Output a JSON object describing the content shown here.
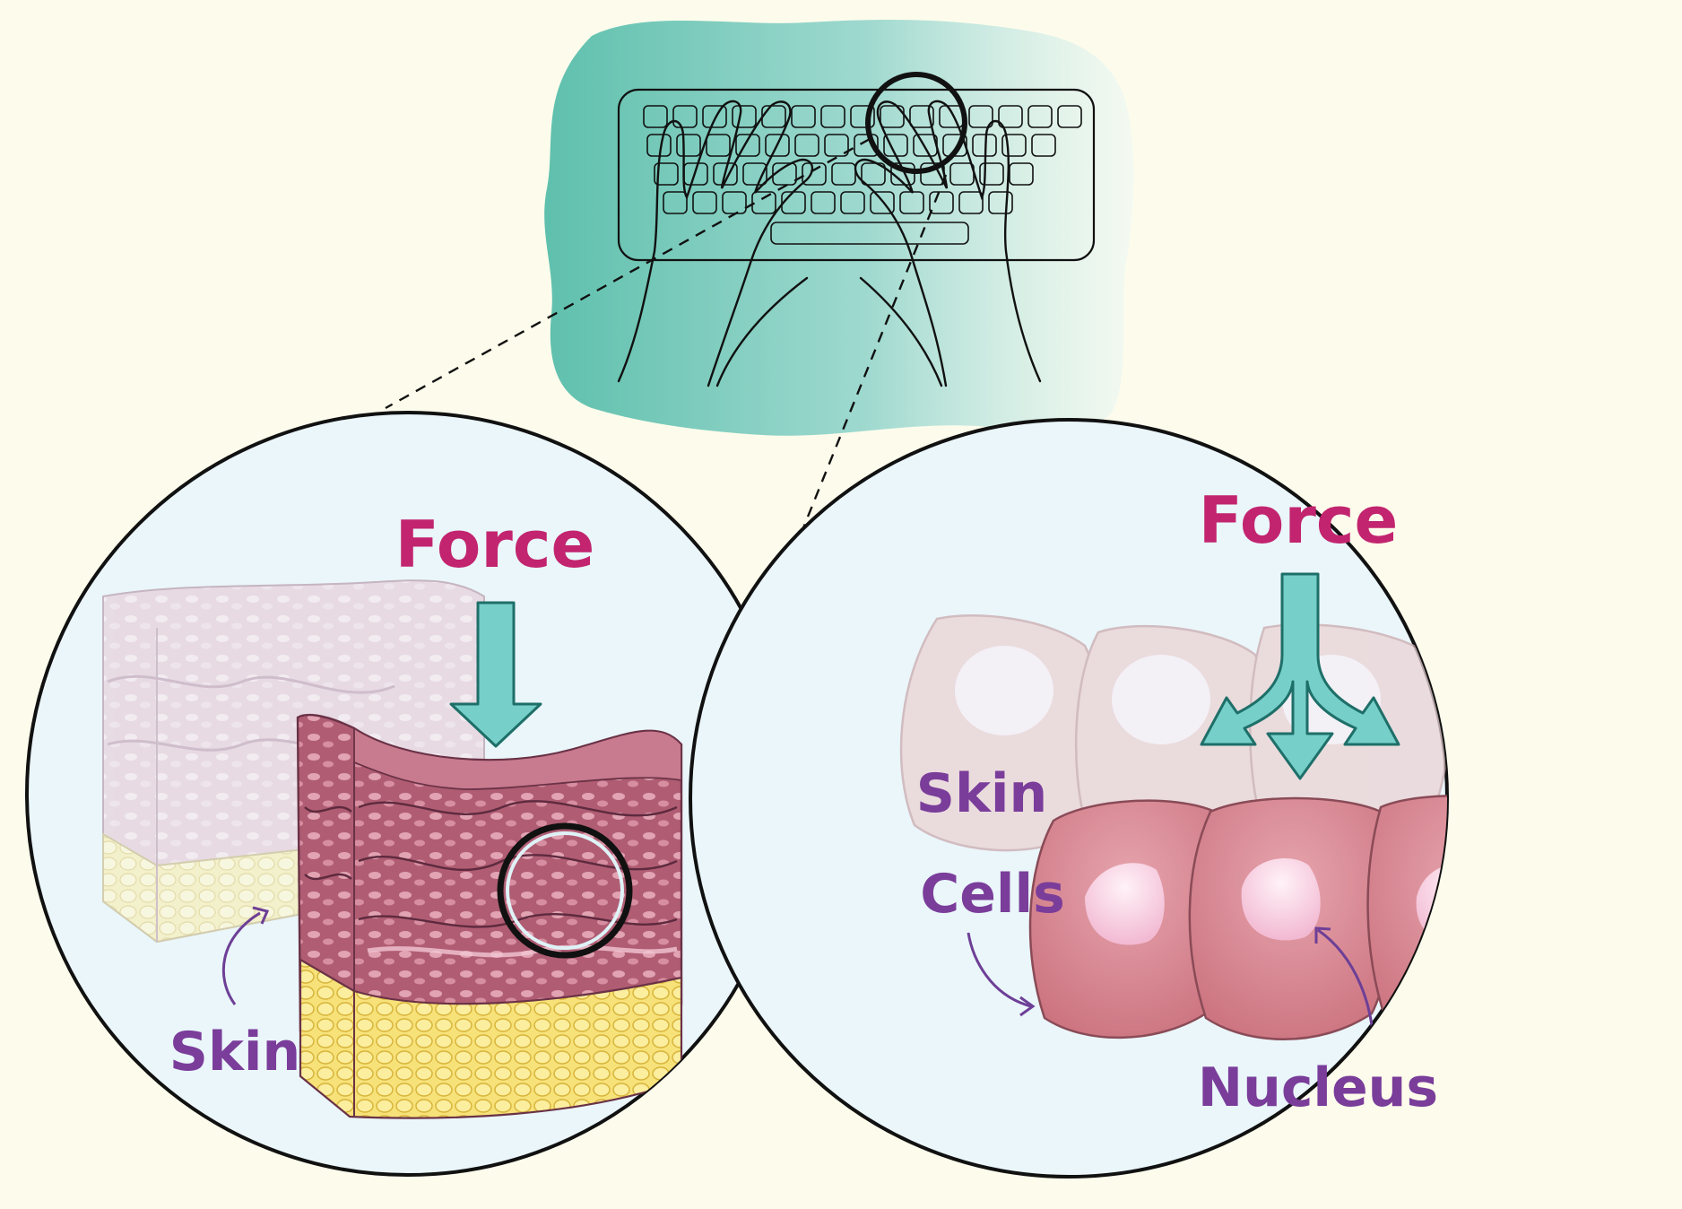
{
  "labels": {
    "left_force": "Force",
    "left_skin": "Skin",
    "right_force": "Force",
    "right_skin_line1": "Skin",
    "right_skin_line2": "Cells",
    "right_nucleus": "Nucleus"
  },
  "colors": {
    "background": "#fdfcec",
    "circle_fill": "#eaf6fa",
    "outline": "#111111",
    "force_text": "#c2246f",
    "label_text": "#7a3d9a",
    "arrow_fill": "#76cfc9",
    "arrow_stroke": "#1f6f69",
    "blob_teal": "#70c6b4",
    "skin_tissue": "#b86a7e",
    "fat_layer": "#f5df72",
    "cell_front": "#d3838d",
    "cell_back": "#ead3d4",
    "nucleus": "#f6c6dd"
  },
  "icons": [
    "keyboard-icon",
    "hands-icon",
    "magnifier-circle-icon"
  ]
}
